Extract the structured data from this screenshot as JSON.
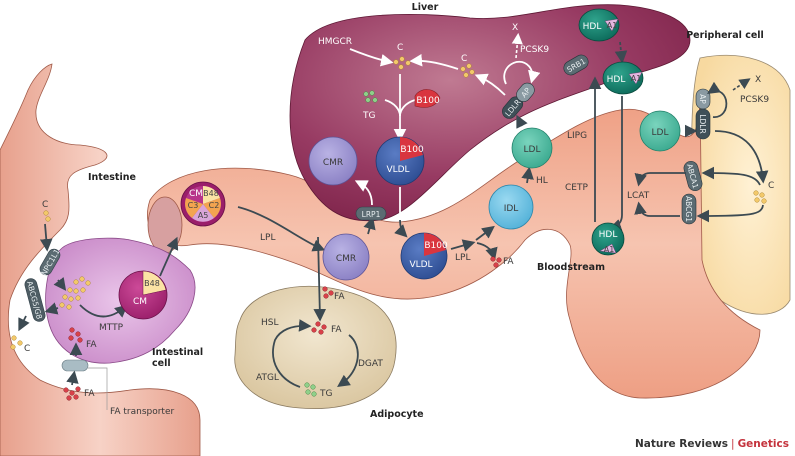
{
  "regions": {
    "liver": "Liver",
    "intestine": "Intestine",
    "intestinal_cell": [
      "Intestinal",
      "cell"
    ],
    "bloodstream": "Bloodstream",
    "adipocyte": "Adipocyte",
    "peripheral_cell": "Peripheral cell"
  },
  "particles": {
    "cm": "CM",
    "cmr": "CMR",
    "vldl": "VLDL",
    "idl": "IDL",
    "ldl": "LDL",
    "hdl": "HDL"
  },
  "apolipoproteins": {
    "b48": "B48",
    "b100": "B100",
    "c2": "C2",
    "c3": "C3",
    "a5": "A5",
    "a1": "A1"
  },
  "receptors": {
    "npc1l1": "NPC1L1",
    "abcg5g8": "ABCG5/G8",
    "lrp1": "LRP1",
    "ldlr": "LDLR",
    "ap": "AP",
    "srb1": "SRB1",
    "abca1": "ABCA1",
    "abcg1": "ABCG1"
  },
  "enzymes": {
    "mttp": "MTTP",
    "lpl": "LPL",
    "hl": "HL",
    "hmgcr": "HMGCR",
    "pcsk9": "PCSK9",
    "lipg": "LIPG",
    "cetp": "CETP",
    "lcat": "LCAT",
    "hsl": "HSL",
    "atgl": "ATGL",
    "dgat": "DGAT"
  },
  "molecules": {
    "c": "C",
    "fa": "FA",
    "tg": "TG",
    "x": "X"
  },
  "annotations": {
    "fa_transporter": "FA transporter"
  },
  "colors": {
    "liver": "#8e2f55",
    "bloodstream": "#f0a88e",
    "intestinal_cell": "#d9a5d8",
    "adipocyte": "#e8d8b8",
    "peripheral_cell": "#fbe3b3",
    "cm": "#b0287a",
    "cmr": "#9b92d0",
    "vldl": "#3a5ea8",
    "idl": "#6cc3e3",
    "ldl": "#4fbfa5",
    "hdl": "#15806e",
    "receptor": "#5b6b72",
    "cholesterol": "#f3c96a",
    "fatty_acid": "#d9414a",
    "triglyceride": "#8fd08a",
    "brand_accent": "#c4323c"
  },
  "footer": {
    "journal": "Nature Reviews",
    "section": "Genetics"
  }
}
